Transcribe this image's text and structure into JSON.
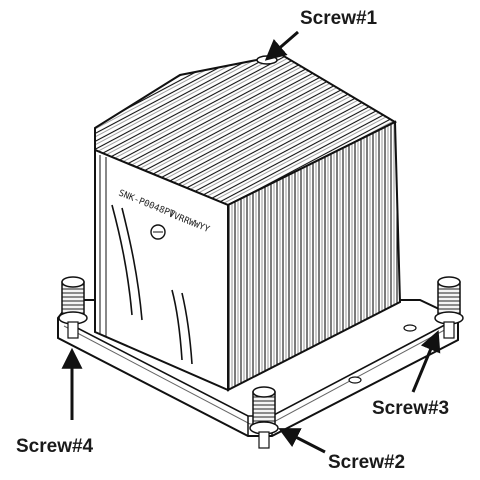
{
  "figure": {
    "callouts": {
      "screw1": "Screw#1",
      "screw2": "Screw#2",
      "screw3": "Screw#3",
      "screw4": "Screw#4"
    },
    "engraving": {
      "part_number": "SNK-P0048PT",
      "date_code": "VVRRWWYY"
    }
  }
}
